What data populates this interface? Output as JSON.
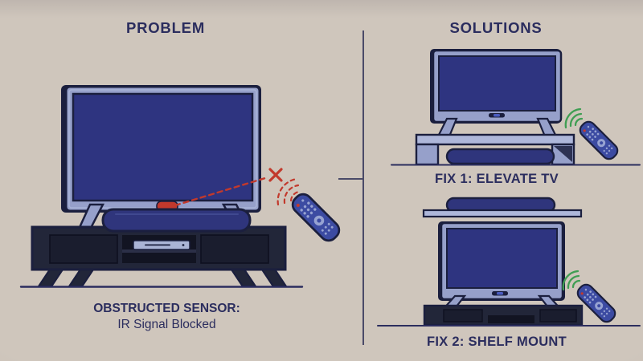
{
  "colors": {
    "background": "#cfc6bc",
    "ink": "#2b2d5e",
    "divider": "#4a4a68",
    "tv_bezel": "#96a0ca",
    "tv_bezel_light": "#aeb7da",
    "tv_screen": "#2e3480",
    "outline": "#1b1f3e",
    "soundbar": "#2f357c",
    "console": "#222639",
    "console_panel": "#1a1d2e",
    "console_open": "#121422",
    "console_shelf": "#2b2f47",
    "device": "#aab4d6",
    "remote": "#3c4ba2",
    "remote_buttons": "#97a3d2",
    "accent_blue": "#4a5cc0",
    "signal_blocked": "#c2392c",
    "signal_ok": "#3f9e53"
  },
  "icons": {
    "blocked_x": "red x-mark where IR beam fails",
    "ir_beam_blocked": "red dashed beam line",
    "signal_waves_blocked": "red dashed arcs from remote",
    "signal_waves_ok": "green solid arcs from remote",
    "remote": "tilted remote control",
    "ir_sensor": "red sensor pill on TV bottom bezel"
  },
  "problem": {
    "title": "PROBLEM",
    "caption_line1": "OBSTRUCTED SENSOR:",
    "caption_line2": "IR Signal Blocked"
  },
  "solutions": {
    "title": "SOLUTIONS",
    "fix1": {
      "label": "FIX 1: ELEVATE TV"
    },
    "fix2": {
      "label": "FIX 2: SHELF MOUNT"
    }
  }
}
